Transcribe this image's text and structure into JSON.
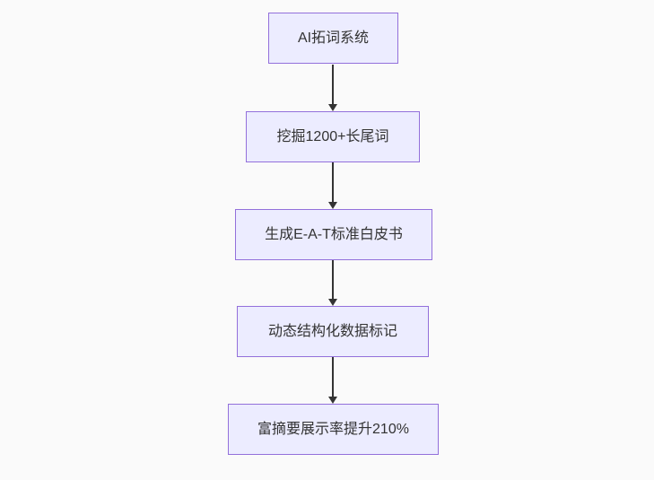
{
  "diagram": {
    "type": "flowchart",
    "direction": "top-down",
    "steps": [
      {
        "id": "step-1",
        "label": "AI拓词系统"
      },
      {
        "id": "step-2",
        "label": "挖掘1200+长尾词"
      },
      {
        "id": "step-3",
        "label": "生成E-A-T标准白皮书"
      },
      {
        "id": "step-4",
        "label": "动态结构化数据标记"
      },
      {
        "id": "step-5",
        "label": "富摘要展示率提升210%"
      }
    ],
    "edges": [
      {
        "from": "step-1",
        "to": "step-2"
      },
      {
        "from": "step-2",
        "to": "step-3"
      },
      {
        "from": "step-3",
        "to": "step-4"
      },
      {
        "from": "step-4",
        "to": "step-5"
      }
    ],
    "colors": {
      "node_fill": "#ECECFF",
      "node_border": "#9370DB",
      "text": "#333333",
      "arrow": "#333333",
      "background": "#fafafa"
    }
  }
}
